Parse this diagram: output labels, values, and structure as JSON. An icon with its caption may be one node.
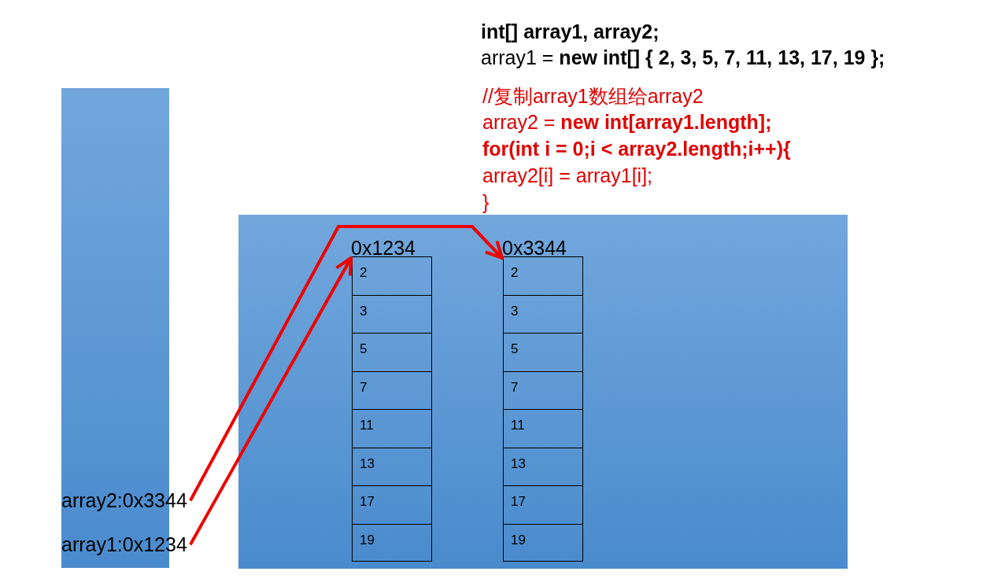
{
  "diagram": {
    "nodes": [
      {
        "text": [],
        "shape": "box"
      },
      {
        "text": [],
        "shape": "box"
      },
      {
        "text": [
          "array2:0x3344"
        ],
        "in": 0
      },
      {
        "text": [
          "array1:0x1234"
        ],
        "in": 0
      },
      {
        "text": [
          "0x1234"
        ],
        "in": 1
      },
      {
        "text": [
          "2"
        ],
        "in": 4
      },
      {
        "text": [
          "3"
        ],
        "in": 4
      },
      {
        "text": [
          "5"
        ],
        "in": 4
      },
      {
        "text": [
          "7"
        ],
        "in": 4
      },
      {
        "text": [
          "11"
        ],
        "in": 4
      },
      {
        "text": [
          "13"
        ],
        "in": 4
      },
      {
        "text": [
          "17"
        ],
        "in": 4
      },
      {
        "text": [
          "19"
        ],
        "in": 4
      },
      {
        "text": [
          "0x3344"
        ],
        "in": 1
      },
      {
        "text": [
          "2"
        ],
        "in": 13
      },
      {
        "text": [
          "3"
        ],
        "in": 13
      },
      {
        "text": [
          "5"
        ],
        "in": 13
      },
      {
        "text": [
          "7"
        ],
        "in": 13
      },
      {
        "text": [
          "11"
        ],
        "in": 13
      },
      {
        "text": [
          "13"
        ],
        "in": 13
      },
      {
        "text": [
          "17"
        ],
        "in": 13
      },
      {
        "text": [
          "19"
        ],
        "in": 13
      }
    ],
    "edges": [
      {
        "from": 3,
        "to": 4,
        "arrow": "to"
      },
      {
        "from": 2,
        "to": 13,
        "arrow": "to"
      }
    ],
    "labels": [
      "int[] array1, array2;",
      "array1 = **new int[] { 2, 3, 5, 7, 11, 13, 17, 19 };**",
      "//复制array1数组给array2",
      "array2 = **new int[array1.length];**",
      "for(int i = 0;i < array2.length;i++){",
      "array2[i] = array1[i];",
      "}"
    ]
  }
}
